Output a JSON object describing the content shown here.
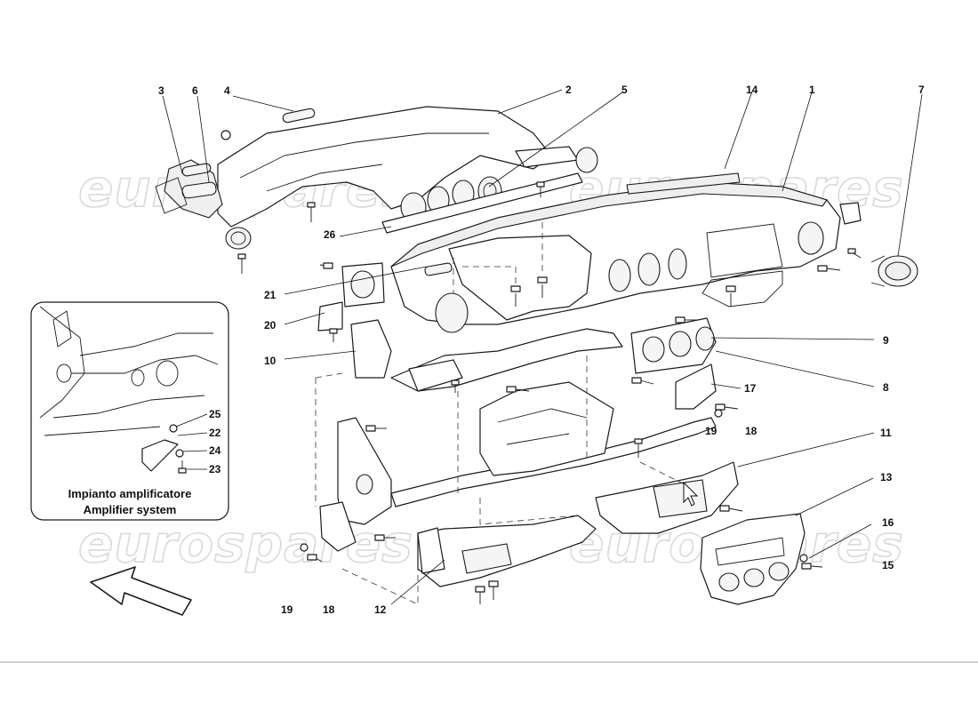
{
  "watermark": "eurospares",
  "inset": {
    "caption_it": "Impianto amplificatore",
    "caption_en": "Amplifier system",
    "callouts": [
      "25",
      "22",
      "24",
      "23"
    ]
  },
  "callouts": {
    "c1": "1",
    "c2": "2",
    "c3": "3",
    "c4": "4",
    "c5": "5",
    "c6": "6",
    "c7": "7",
    "c8": "8",
    "c9": "9",
    "c10": "10",
    "c11": "11",
    "c12": "12",
    "c13": "13",
    "c14": "14",
    "c15": "15",
    "c16": "16",
    "c17": "17",
    "c18a": "18",
    "c18b": "18",
    "c19a": "19",
    "c19b": "19",
    "c20": "20",
    "c21": "21",
    "c26": "26"
  }
}
